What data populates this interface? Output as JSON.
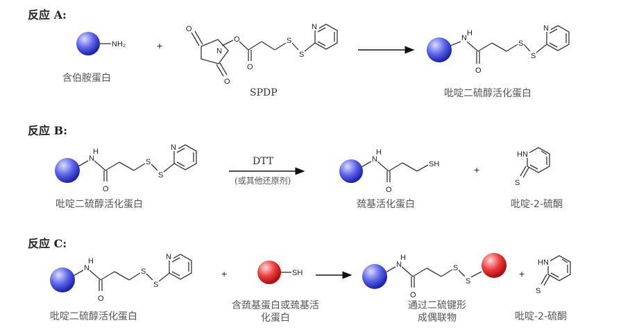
{
  "reactions": [
    {
      "header": "反应 A:",
      "labels": {
        "reactant1": "含伯胺蛋白",
        "reagent": "SPDP",
        "product": "吡啶二硫醇活化蛋白"
      }
    },
    {
      "header": "反应 B:",
      "labels": {
        "reactant": "吡啶二硫醇活化蛋白",
        "reagent_top": "DTT",
        "reagent_bottom": "(或其他还原剂)",
        "product": "巯基活化蛋白",
        "byproduct": "吡啶-2-硫酮"
      }
    },
    {
      "header": "反应 C:",
      "labels": {
        "reactant1": "吡啶二硫醇活化蛋白",
        "reactant2_line1": "含巯基蛋白或巯基活",
        "reactant2_line2": "化蛋白",
        "product_line1": "通过二硫键形",
        "product_line2": "成偶联物",
        "byproduct": "吡啶-2-硫酮"
      }
    }
  ],
  "atoms": {
    "nh2": "NH₂",
    "n": "N",
    "o": "O",
    "s": "S",
    "sh": "SH",
    "nh": "N",
    "h": "H",
    "hn": "HN",
    "plus": "+"
  },
  "colors": {
    "protein_blue": "#4a55e0",
    "protein_red": "#e23030"
  }
}
